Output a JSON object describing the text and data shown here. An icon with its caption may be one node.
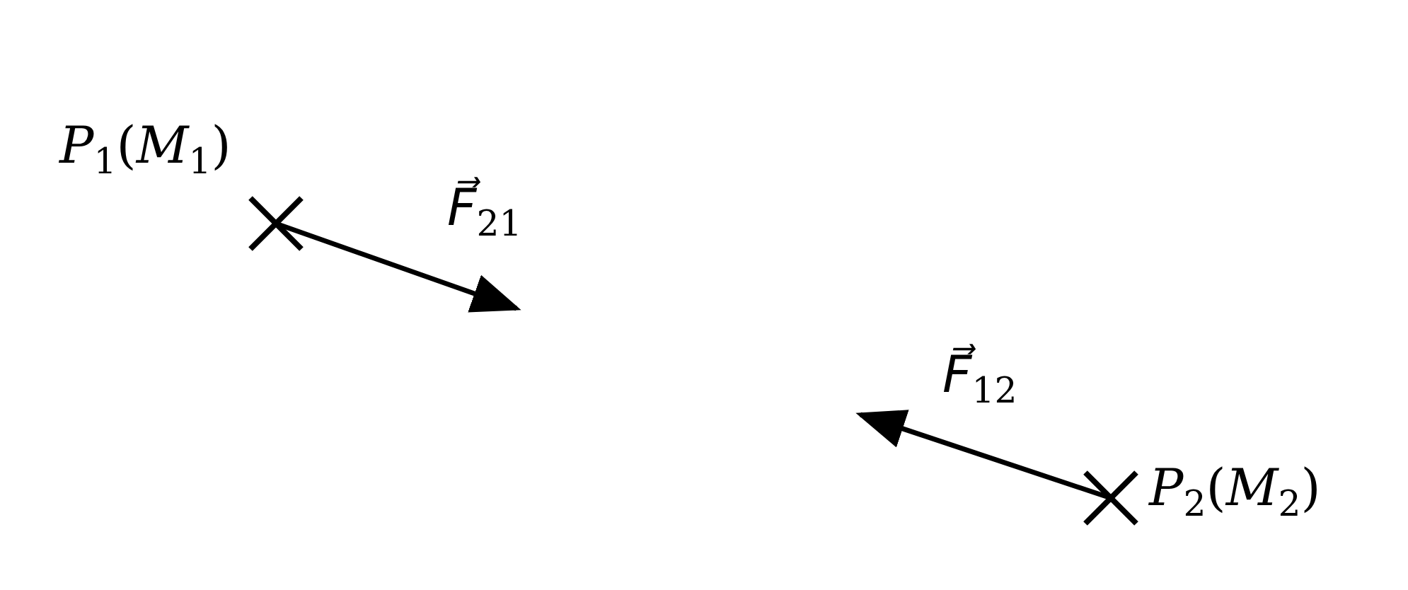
{
  "diagram": {
    "labels": [
      "*P*$_{1}$(*M*$_{1}$)",
      "*F⃗*$_{21}$",
      "*F⃗*$_{12}$",
      "*P*$_{2}$(*M*$_{2}$)"
    ]
  }
}
